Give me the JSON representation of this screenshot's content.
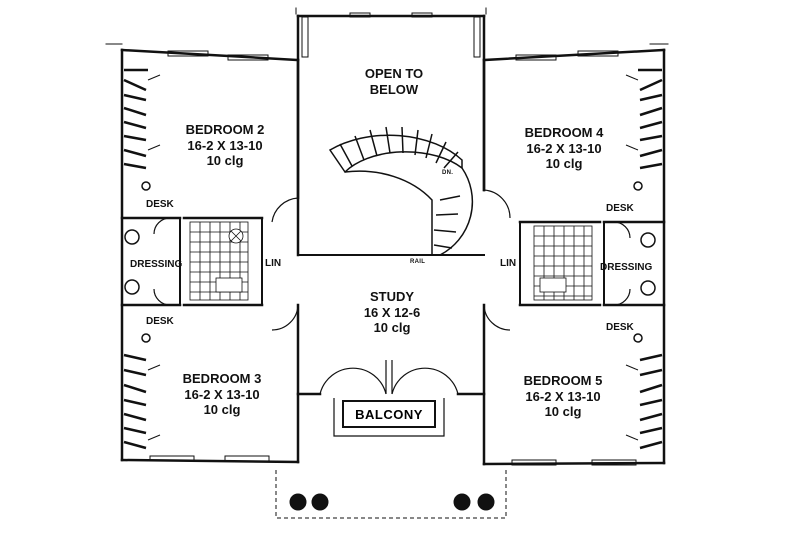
{
  "rooms": {
    "bedroom2": {
      "name": "BEDROOM 2",
      "size": "16-2 X 13-10",
      "ceiling": "10 clg"
    },
    "bedroom3": {
      "name": "BEDROOM 3",
      "size": "16-2 X 13-10",
      "ceiling": "10 clg"
    },
    "bedroom4": {
      "name": "BEDROOM 4",
      "size": "16-2 X 13-10",
      "ceiling": "10 clg"
    },
    "bedroom5": {
      "name": "BEDROOM 5",
      "size": "16-2 X 13-10",
      "ceiling": "10 clg"
    },
    "study": {
      "name": "STUDY",
      "size": "16 X 12-6",
      "ceiling": "10 clg"
    },
    "open": {
      "line1": "OPEN TO",
      "line2": "BELOW"
    },
    "balcony": {
      "name": "BALCONY"
    }
  },
  "labels": {
    "desk": "DESK",
    "dressing": "DRESSING",
    "linen": "LIN",
    "rail": "RAIL",
    "down": "DN."
  },
  "colors": {
    "line": "#111111",
    "paper": "#ffffff"
  }
}
